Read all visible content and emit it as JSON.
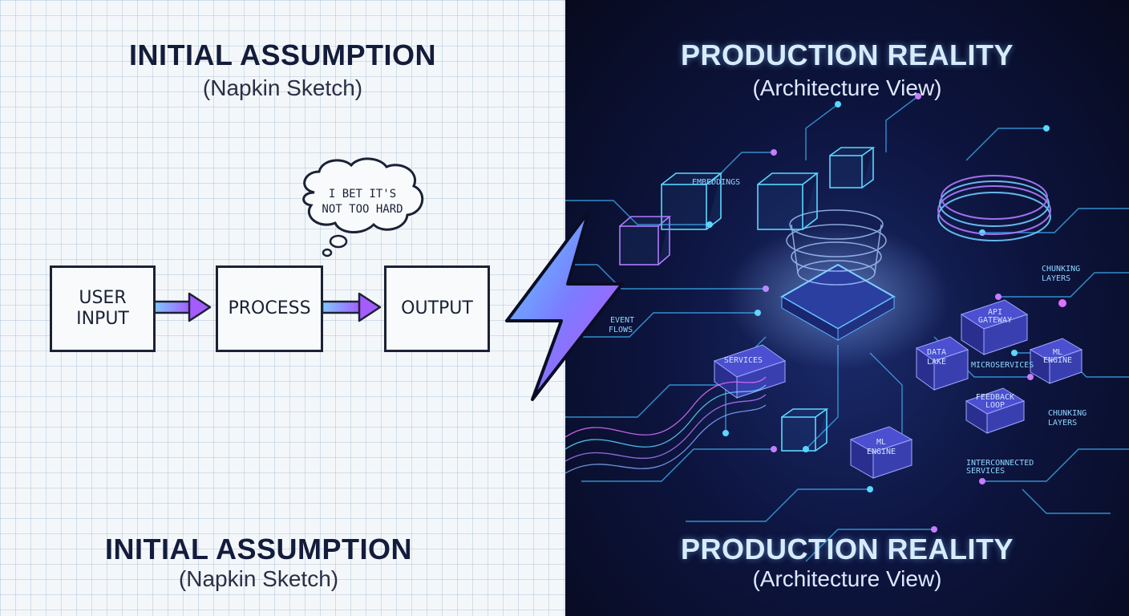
{
  "left": {
    "title_top": "INITIAL ASSUMPTION",
    "subtitle_top": "(Napkin Sketch)",
    "title_bottom": "INITIAL ASSUMPTION",
    "subtitle_bottom": "(Napkin Sketch)",
    "thought_bubble": [
      "I BET IT'S",
      "NOT TOO HARD"
    ],
    "boxes": {
      "input": [
        "USER",
        "INPUT"
      ],
      "process": "PROCESS",
      "output": "OUTPUT"
    }
  },
  "right": {
    "title_top": "PRODUCTION REALITY",
    "subtitle_top": "(Architecture View)",
    "title_bottom": "PRODUCTION REALITY",
    "subtitle_bottom": "(Architecture View)",
    "labels": {
      "embeddings": "EMBEDDINGS",
      "chunking_top": [
        "CHUNKING",
        "LAYERS"
      ],
      "event_flows": [
        "EVENT",
        "FLOWS"
      ],
      "api_gateway": [
        "API",
        "GATEWAY"
      ],
      "services": "SERVICES",
      "data_lake": [
        "DATA",
        "LAKE"
      ],
      "microservices": "MICROSERVICES",
      "ml_engine_right": [
        "ML",
        "ENGINE"
      ],
      "feedback_loop": [
        "FEEDBACK",
        "LOOP"
      ],
      "chunking_bottom": [
        "CHUNKING",
        "LAYERS"
      ],
      "ml_engine_bottom": [
        "ML",
        "ENGINE"
      ],
      "interconnected": [
        "INTERCONNECTED",
        "SERVICES"
      ]
    }
  },
  "colors": {
    "left_bg": "#f4f7fa",
    "right_bg": "#0d1540",
    "accent_cyan": "#5ad8ff",
    "accent_purple": "#b56bff",
    "ink": "#1b2236"
  }
}
